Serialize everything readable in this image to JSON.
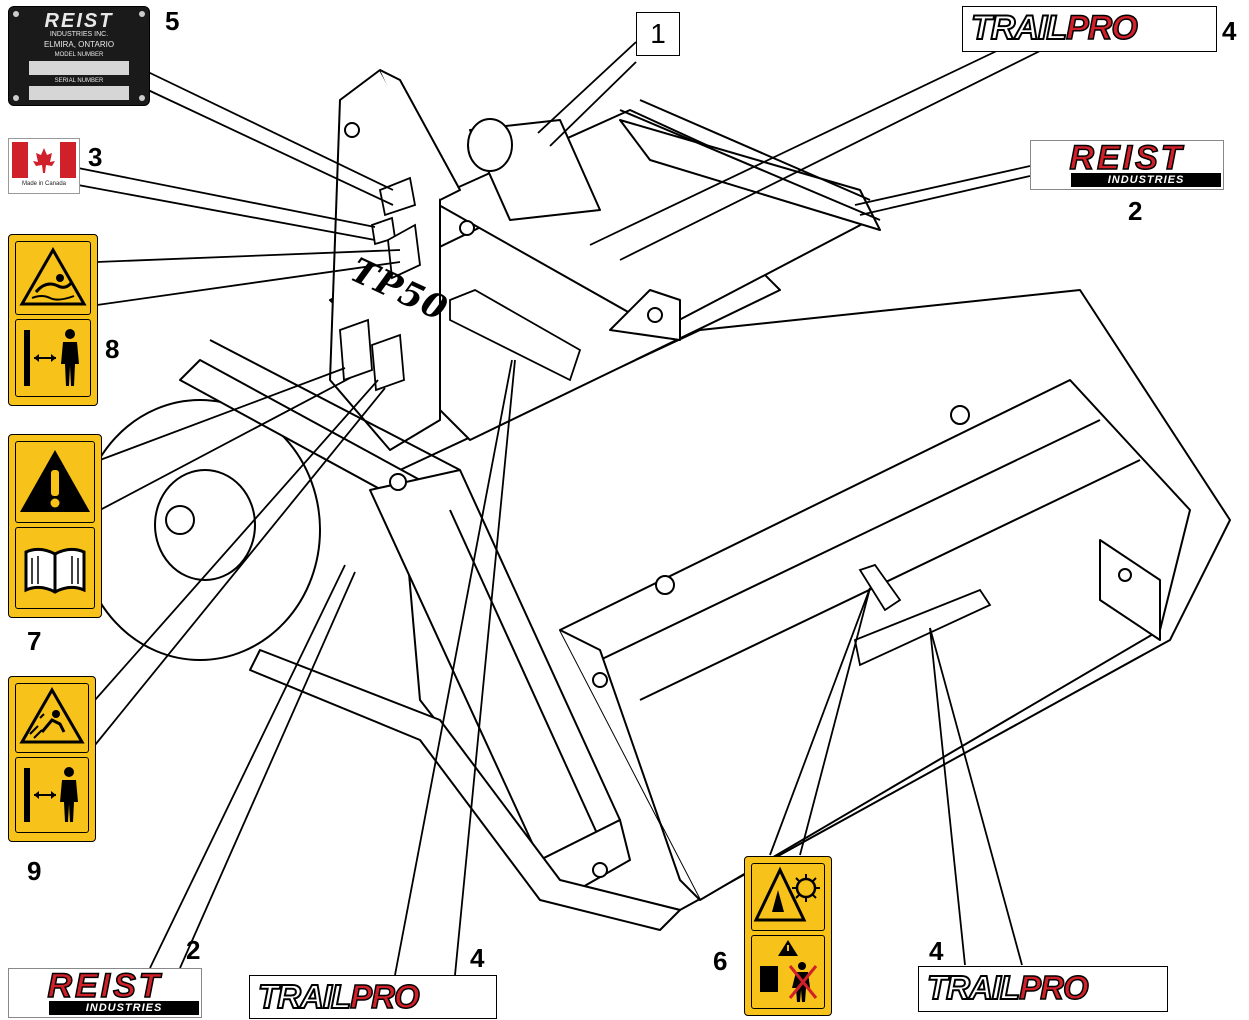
{
  "callouts": {
    "n1": "1",
    "n2_right": "2",
    "n2_bottom": "2",
    "n3": "3",
    "n4_top": "4",
    "n4_middle": "4",
    "n4_right": "4",
    "n5": "5",
    "n6": "6",
    "n7": "7",
    "n8": "8",
    "n9": "9"
  },
  "decals": {
    "trailpro": {
      "trail": "TRAIL",
      "pro": "PRO"
    },
    "reist": {
      "brand": "REIST",
      "sub": "INDUSTRIES"
    },
    "plate": {
      "brand": "REIST",
      "sub": "INDUSTRIES INC.",
      "location": "ELMIRA, ONTARIO",
      "model_label": "MODEL NUMBER",
      "serial_label": "SERIAL NUMBER"
    },
    "flag": {
      "caption": "Made in Canada"
    }
  },
  "machine": {
    "model_marking": "TP50"
  },
  "colors": {
    "red": "#d0202a",
    "safety_yellow": "#f7c21a",
    "black": "#000000"
  }
}
